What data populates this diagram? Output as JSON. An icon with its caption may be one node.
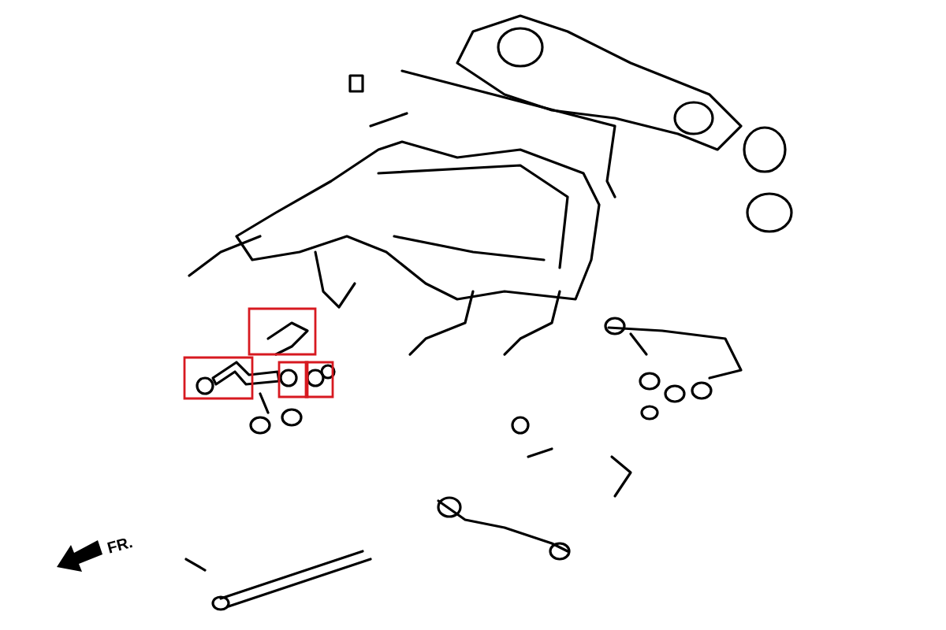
{
  "diagram": {
    "nodes": [
      {
        "text": [],
        "shape": "box"
      },
      {
        "text": [],
        "shape": "box"
      },
      {
        "text": [],
        "shape": "box"
      },
      {
        "text": [],
        "shape": "box"
      }
    ],
    "edges": [],
    "labels": [
      "FR."
    ]
  }
}
